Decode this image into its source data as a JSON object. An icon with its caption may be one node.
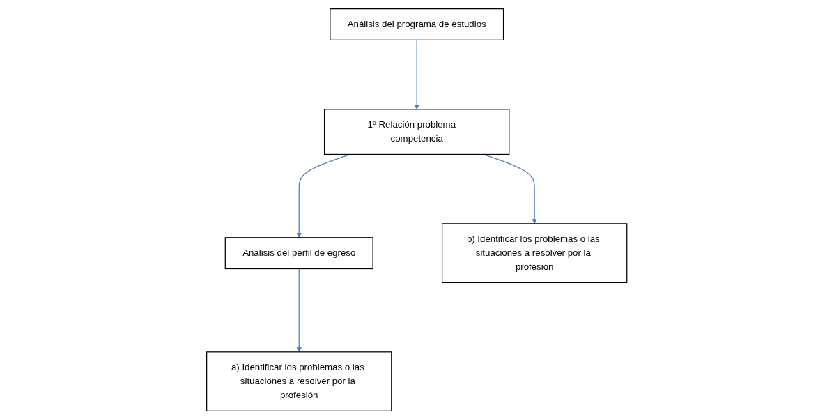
{
  "diagram": {
    "nodes": [
      {
        "text": [
          "Análisis del programa de estudios"
        ]
      },
      {
        "text": [
          "1º Relación problema – competencia"
        ]
      },
      {
        "text": [
          "Análisis del perfil de egreso"
        ]
      },
      {
        "text": [
          "b) Identificar los problemas o las situaciones a resolver por la profesión"
        ]
      },
      {
        "text": [
          "a) Identificar los problemas o las situaciones a resolver por la profesión"
        ]
      }
    ],
    "edges": [
      {
        "from": 0,
        "to": 1,
        "arrow": "to"
      },
      {
        "from": 1,
        "to": 2,
        "arrow": "to"
      },
      {
        "from": 1,
        "to": 3,
        "arrow": "to"
      },
      {
        "from": 2,
        "to": 4,
        "arrow": "to"
      }
    ]
  }
}
